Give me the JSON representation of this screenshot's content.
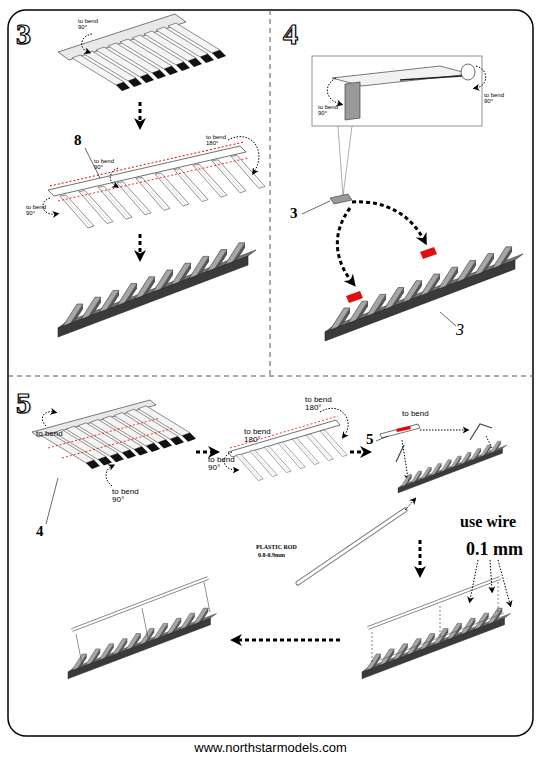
{
  "diagram": {
    "labels": [
      "3",
      "to bend 90°",
      "8",
      "to bend 90°",
      "to bend 180°",
      "to bend 90°",
      "4",
      "to bend 90°",
      "to bend 90°",
      "3",
      "3",
      "5",
      "to bend",
      "to bend 90°",
      "4",
      "to bend 180°",
      "to bend 180°",
      "to bend 90°",
      "5",
      "to bend",
      "PLASTIC ROD",
      "0.8-0.9mm",
      "use wire",
      "0.1 mm",
      "www.northstarmodels.com"
    ]
  }
}
